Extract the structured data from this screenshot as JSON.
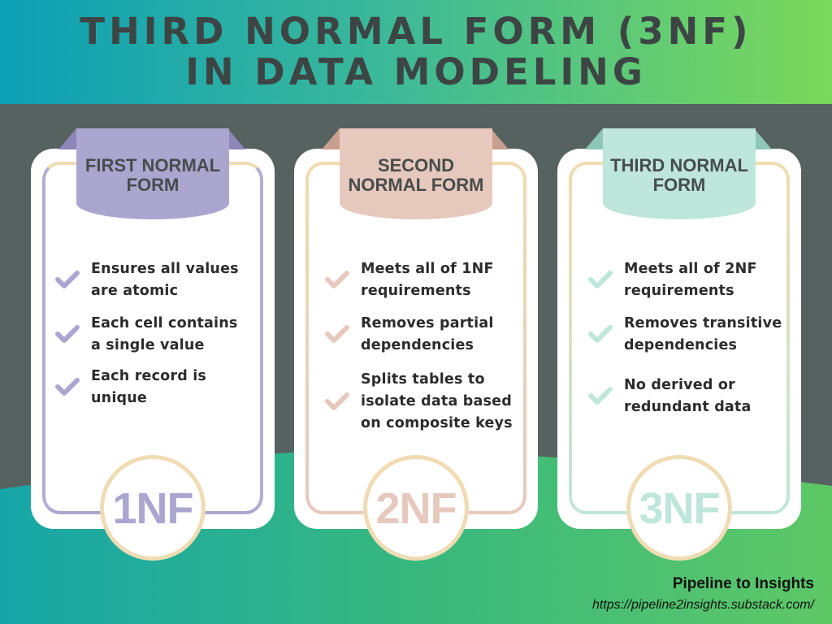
{
  "title": {
    "line1": "THIRD NORMAL FORM (3NF)",
    "line2": "IN DATA MODELING"
  },
  "colors": {
    "header_gradient": [
      "#0c9fb6",
      "#7bd85a"
    ],
    "background": "#56625f",
    "nf1": "#aaa6d0",
    "nf2": "#e7c8bd",
    "nf3": "#bfe6da"
  },
  "cards": [
    {
      "heading_line1": "FIRST NORMAL",
      "heading_line2": "FORM",
      "badge": "1NF",
      "items": [
        {
          "line1": "Ensures all values",
          "line2": "are atomic"
        },
        {
          "line1": "Each cell contains",
          "line2": "a single value"
        },
        {
          "line1": "Each record is",
          "line2": "unique"
        }
      ]
    },
    {
      "heading_line1": "SECOND",
      "heading_line2": "NORMAL FORM",
      "badge": "2NF",
      "items": [
        {
          "line1": "Meets all of 1NF",
          "line2": "requirements"
        },
        {
          "line1": "Removes partial",
          "line2": "dependencies"
        },
        {
          "line1": "Splits tables to",
          "line2": "isolate data based",
          "line3": "on composite keys"
        }
      ]
    },
    {
      "heading_line1": "THIRD NORMAL",
      "heading_line2": "FORM",
      "badge": "3NF",
      "items": [
        {
          "line1": "Meets all of 2NF",
          "line2": "requirements"
        },
        {
          "line1": "Removes transitive",
          "line2": "dependencies"
        },
        {
          "line1": "No derived or",
          "line2": "redundant data"
        }
      ]
    }
  ],
  "footer": {
    "brand": "Pipeline to Insights",
    "url": "https://pipeline2insights.substack.com/"
  }
}
